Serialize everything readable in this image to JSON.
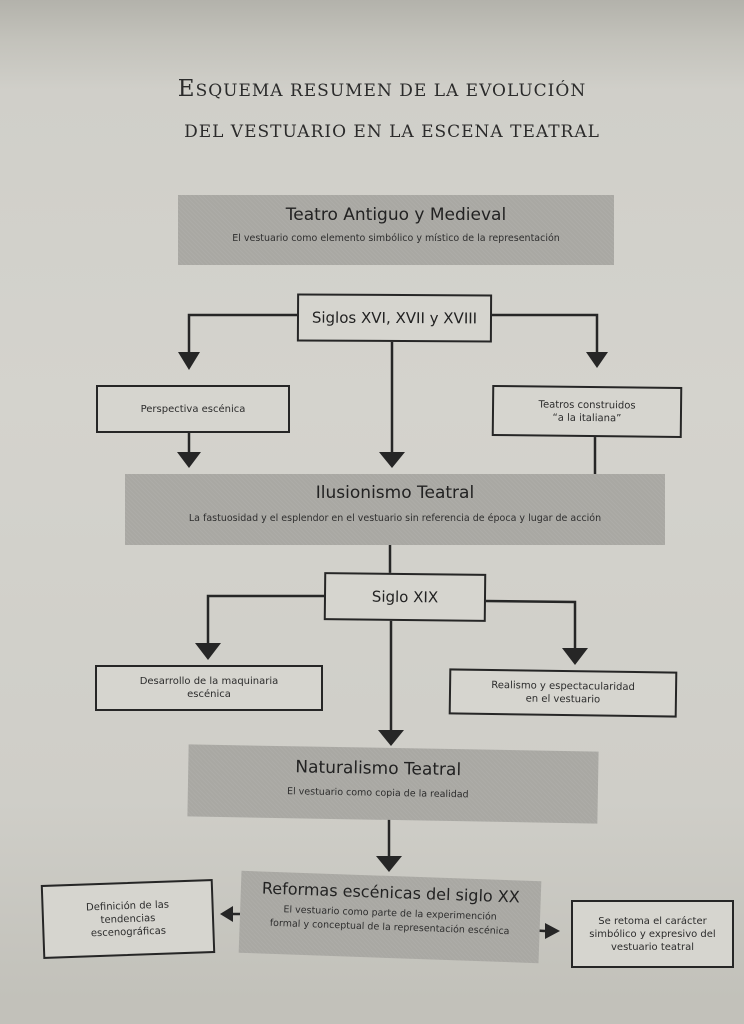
{
  "title": {
    "line1_first": "E",
    "line1_rest": "SQUEMA RESUMEN DE LA EVOLUCIÓN",
    "line2": "DEL VESTUARIO EN LA ESCENA TEATRAL"
  },
  "nodes": {
    "antiguo": {
      "heading": "Teatro Antiguo y Medieval",
      "description": "El vestuario como elemento simbólico y místico de la representación"
    },
    "siglos_xvi_xviii": {
      "label": "Siglos XVI, XVII y XVIII"
    },
    "perspectiva": {
      "label": "Perspectiva escénica"
    },
    "teatros_italiana": {
      "line1": "Teatros construidos",
      "line2": "“a la italiana”"
    },
    "ilusionismo": {
      "heading": "Ilusionismo Teatral",
      "description": "La fastuosidad y el esplendor en el vestuario sin referencia de época y lugar de acción"
    },
    "siglo_xix": {
      "label": "Siglo XIX"
    },
    "maquinaria": {
      "line1": "Desarrollo de la maquinaria",
      "line2": "escénica"
    },
    "realismo": {
      "line1": "Realismo y espectacularidad",
      "line2": "en el vestuario"
    },
    "naturalismo": {
      "heading": "Naturalismo Teatral",
      "description": "El vestuario como copia de la realidad"
    },
    "reformas": {
      "heading": "Reformas escénicas del siglo XX",
      "description_line1": "El vestuario como parte de la experimención",
      "description_line2": "formal y conceptual de la representación escénica"
    },
    "tendencias": {
      "line1": "Definición de las",
      "line2": "tendencias",
      "line3": "escenográficas"
    },
    "simbolico": {
      "line1": "Se retoma el carácter",
      "line2": "simbólico y expresivo del",
      "line3": "vestuario teatral"
    }
  },
  "colors": {
    "stage_box_fill": "#a9a8a3",
    "connector": "#262626",
    "paper": "#d4d3cd"
  }
}
